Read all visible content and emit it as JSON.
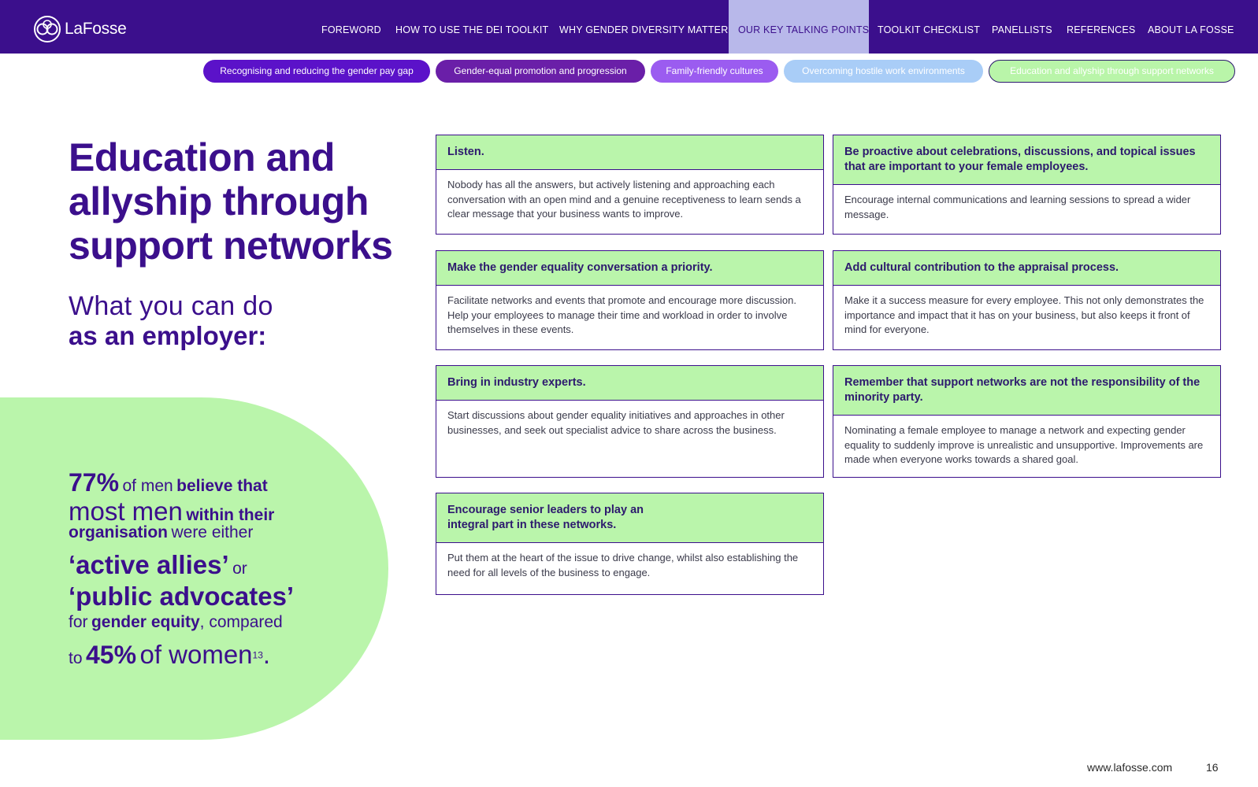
{
  "brand": {
    "name": "LaFosse",
    "logo_icon": "lafosse-logo-icon"
  },
  "nav": {
    "items": [
      {
        "label": "FOREWORD"
      },
      {
        "label": "HOW TO USE THE DEI TOOLKIT"
      },
      {
        "label": "WHY GENDER DIVERSITY MATTERS"
      },
      {
        "label": "OUR KEY TALKING POINTS",
        "active": true
      },
      {
        "label": "TOOLKIT CHECKLIST"
      },
      {
        "label": "PANELLISTS"
      },
      {
        "label": "REFERENCES"
      },
      {
        "label": "ABOUT LA FOSSE"
      }
    ]
  },
  "topics": [
    {
      "label": "Recognising and reducing the gender pay gap",
      "color": "#5b12c9"
    },
    {
      "label": "Gender-equal promotion and progression",
      "color": "#6a1fa8"
    },
    {
      "label": "Family-friendly cultures",
      "color": "#9b5cf0"
    },
    {
      "label": "Overcoming hostile work environments",
      "color": "#a9cdf7"
    },
    {
      "label": "Education and allyship through support networks",
      "color": "#b9f5a9",
      "active": true
    }
  ],
  "heading": {
    "title": "Education and allyship through support networks",
    "sub_light": "What you can do",
    "sub_bold": "as an employer:"
  },
  "stat": {
    "pct_men": "77%",
    "t1": "of men",
    "t2": "believe that",
    "t3": "most men",
    "t4": "within their",
    "t5": "organisation",
    "t6": "were either",
    "t7": "‘active allies’",
    "t8": "or",
    "t9": "‘public advocates’",
    "t10": "for",
    "t11": "gender equity",
    "t12": ", compared",
    "t13": "to",
    "pct_women": "45%",
    "t14": "of women",
    "ref": "13",
    "t15": "."
  },
  "cards": [
    {
      "title": "Listen.",
      "body": "Nobody has all the answers, but actively listening and approaching each conversation with an open mind and a genuine receptiveness to learn sends a clear message that your business wants to improve."
    },
    {
      "title": "Be proactive about celebrations, discussions, and topical issues that are important to your female employees.",
      "body": "Encourage internal communications and learning sessions to spread a wider message."
    },
    {
      "title": "Make the gender equality conversation a priority.",
      "body": "Facilitate networks and events that promote and encourage more discussion. Help your employees to manage their time and workload in order to involve themselves in these events."
    },
    {
      "title": "Add cultural contribution to the appraisal process.",
      "body": "Make it a success measure for every employee. This not only demonstrates the importance and impact that it has on your business, but also keeps it front of mind for everyone."
    },
    {
      "title": "Bring in industry experts.",
      "body": "Start discussions about gender equality initiatives and approaches in other businesses, and seek out specialist advice to share across the business."
    },
    {
      "title": "Remember that support networks are not the responsibility of the minority party.",
      "body": "Nominating a female employee to manage a network and expecting gender equality to suddenly improve is unrealistic and unsupportive. Improvements are made when everyone works towards a shared goal."
    },
    {
      "title": "Encourage senior leaders to play an integral part in these networks.",
      "body": "Put them at the heart of the issue to drive change, whilst also establishing the need for all levels of the business to engage."
    }
  ],
  "footer": {
    "url": "www.lafosse.com",
    "page": "16"
  },
  "colors": {
    "nav_bg": "#3b0f8c",
    "accent_green": "#baf5ab",
    "title_purple": "#3b0f8c",
    "active_nav_bg": "#b8b8ea"
  }
}
